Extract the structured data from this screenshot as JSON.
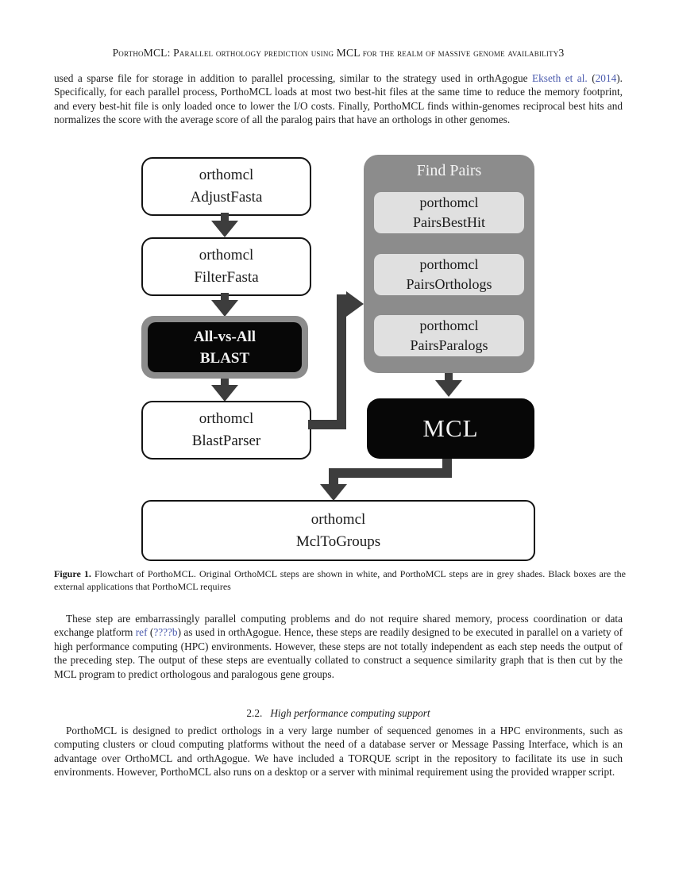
{
  "colors": {
    "link": "#4a5aad",
    "box_grey": "#8c8c8c",
    "light_grey": "#e0e0e0",
    "black_box": "#070707",
    "arrow": "#3d3d3d"
  },
  "header": {
    "title": "PorthoMCL: Parallel orthology prediction using MCL for the realm of massive genome availability",
    "page_number": "3"
  },
  "paragraph1": {
    "segments": [
      {
        "text": "used a sparse file for storage in addition to parallel processing, similar to the strategy used in orthAgogue ",
        "style": "plain"
      },
      {
        "text": "Ekseth et al.",
        "style": "link"
      },
      {
        "text": " (",
        "style": "plain"
      },
      {
        "text": "2014",
        "style": "link"
      },
      {
        "text": "). Specifically, for each parallel process, PorthoMCL loads at most two best-hit files at the same time to reduce the memory footprint, and every best-hit file is only loaded once to lower the I/O costs. Finally, PorthoMCL finds within-genomes reciprocal best hits and normalizes the score with the average score of all the paralog pairs that have an orthologs in other genomes.",
        "style": "plain"
      }
    ]
  },
  "figure": {
    "caption_label": "Figure 1.",
    "caption_text": " Flowchart of PorthoMCL. Original OrthoMCL steps are shown in white, and PorthoMCL steps are in grey shades. Black boxes are the external applications that PorthoMCL requires",
    "nodes": {
      "adjust_fasta": {
        "line1": "orthomcl",
        "line2": "AdjustFasta"
      },
      "filter_fasta": {
        "line1": "orthomcl",
        "line2": "FilterFasta"
      },
      "blast": {
        "line1": "All-vs-All",
        "line2": "BLAST"
      },
      "blast_parser": {
        "line1": "orthomcl",
        "line2": "BlastParser"
      },
      "find_pairs": {
        "title": "Find Pairs",
        "pairs_best_hit": {
          "line1": "porthomcl",
          "line2": "PairsBestHit"
        },
        "pairs_orthologs": {
          "line1": "porthomcl",
          "line2": "PairsOrthologs"
        },
        "pairs_paralogs": {
          "line1": "porthomcl",
          "line2": "PairsParalogs"
        }
      },
      "mcl": {
        "label": "MCL"
      },
      "mcl_to_groups": {
        "line1": "orthomcl",
        "line2": "MclToGroups"
      }
    }
  },
  "paragraph2": {
    "segments": [
      {
        "text": "These step are embarrassingly parallel computing problems and do not require shared memory, process coordination or data exchange platform ",
        "style": "plain"
      },
      {
        "text": "ref",
        "style": "link"
      },
      {
        "text": " (",
        "style": "plain"
      },
      {
        "text": "????b",
        "style": "link"
      },
      {
        "text": ") as used in orthAgogue. Hence, these steps are readily designed to be executed in parallel on a variety of high performance computing (HPC) environments. However, these steps are not totally independent as each step needs the output of the preceding step. The output of these steps are eventually collated to construct a sequence similarity graph that is then cut by the MCL program to predict orthologous and paralogous gene groups.",
        "style": "plain"
      }
    ]
  },
  "section": {
    "number": "2.2.",
    "title": "High performance computing support"
  },
  "paragraph3": {
    "text": "PorthoMCL is designed to predict orthologs in a very large number of sequenced genomes in a HPC environments, such as computing clusters or cloud computing platforms without the need of a database server or Message Passing Interface, which is an advantage over OrthoMCL and orthAgogue. We have included a TORQUE script in the repository to facilitate its use in such environments. However, PorthoMCL also runs on a desktop or a server with minimal requirement using the provided wrapper script."
  }
}
